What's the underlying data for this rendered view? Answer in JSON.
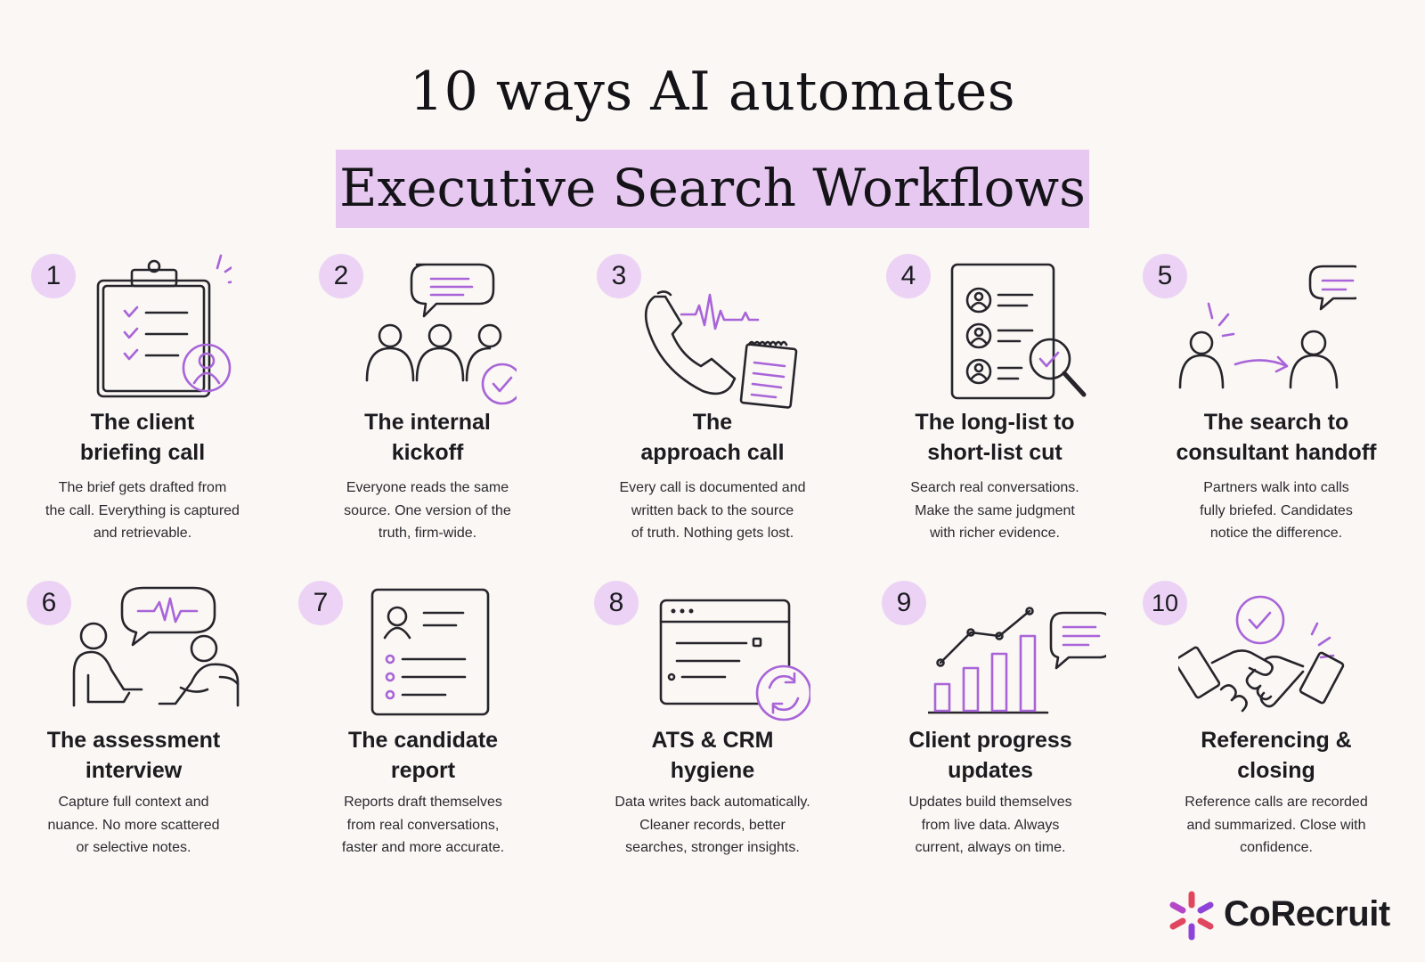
{
  "header": {
    "title": "10 ways AI automates",
    "subtitle": "Executive Search Workflows"
  },
  "colors": {
    "accent": "#a864d8",
    "badge": "#ecd3f5",
    "highlight": "#e6c8f0",
    "background": "#faf7f4"
  },
  "items": [
    {
      "num": "1",
      "icon": "clipboard-checklist-icon",
      "title": [
        "The client",
        "briefing call"
      ],
      "desc": [
        "The brief gets drafted from",
        "the call. Everything is captured",
        "and retrievable."
      ]
    },
    {
      "num": "2",
      "icon": "team-meeting-icon",
      "title": [
        "The internal",
        "kickoff"
      ],
      "desc": [
        "Everyone reads the same",
        "source. One version of the",
        "truth, firm-wide."
      ]
    },
    {
      "num": "3",
      "icon": "phone-call-icon",
      "title": [
        "The",
        "approach call"
      ],
      "desc": [
        "Every call is documented and",
        "written back to the source",
        "of truth. Nothing gets lost."
      ]
    },
    {
      "num": "4",
      "icon": "candidate-list-search-icon",
      "title": [
        "The long-list to",
        "short-list cut"
      ],
      "desc": [
        "Search real conversations.",
        "Make the same judgment",
        "with richer evidence."
      ]
    },
    {
      "num": "5",
      "icon": "handoff-icon",
      "title": [
        "The search to",
        "consultant handoff"
      ],
      "desc": [
        "Partners walk into calls",
        "fully briefed. Candidates",
        "notice the difference."
      ]
    },
    {
      "num": "6",
      "icon": "interview-icon",
      "title": [
        "The assessment",
        "interview"
      ],
      "desc": [
        "Capture full context and",
        "nuance. No more scattered",
        "or selective notes."
      ]
    },
    {
      "num": "7",
      "icon": "candidate-report-icon",
      "title": [
        "The candidate",
        "report"
      ],
      "desc": [
        "Reports draft themselves",
        "from real conversations,",
        "faster and more accurate."
      ]
    },
    {
      "num": "8",
      "icon": "database-sync-icon",
      "title": [
        "ATS & CRM",
        "hygiene"
      ],
      "desc": [
        "Data writes back automatically.",
        "Cleaner records, better",
        "searches, stronger insights."
      ]
    },
    {
      "num": "9",
      "icon": "progress-chart-icon",
      "title": [
        "Client progress",
        "updates"
      ],
      "desc": [
        "Updates build themselves",
        "from live data. Always",
        "current, always on time."
      ]
    },
    {
      "num": "10",
      "icon": "handshake-icon",
      "title": [
        "Referencing &",
        "closing"
      ],
      "desc": [
        "Reference calls are recorded",
        "and summarized. Close with",
        "confidence."
      ]
    }
  ],
  "brand": {
    "name": "CoRecruit",
    "icon": "corecruit-logo-icon"
  }
}
